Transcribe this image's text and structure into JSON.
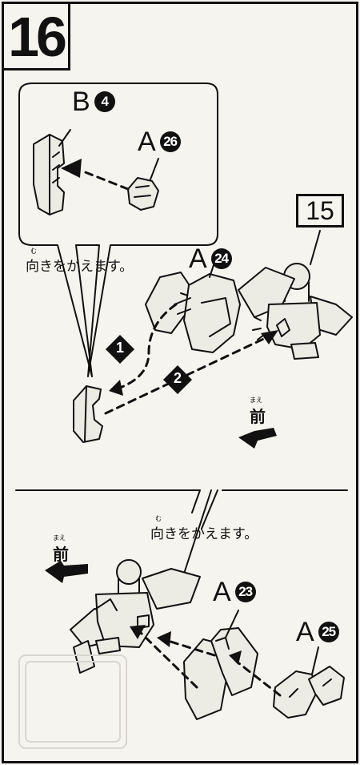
{
  "step": {
    "number": "16",
    "ref_step": "15"
  },
  "parts": [
    {
      "id": "b4",
      "letter": "B",
      "num": "4"
    },
    {
      "id": "a26",
      "letter": "A",
      "num": "26"
    },
    {
      "id": "a24",
      "letter": "A",
      "num": "24"
    },
    {
      "id": "a23",
      "letter": "A",
      "num": "23"
    },
    {
      "id": "a25",
      "letter": "A",
      "num": "25"
    }
  ],
  "notes": {
    "turn_around": "向きをかえます。",
    "turn_ruby": "む",
    "front": "前",
    "front_ruby": "まえ"
  },
  "sequence_markers": [
    "1",
    "2"
  ]
}
